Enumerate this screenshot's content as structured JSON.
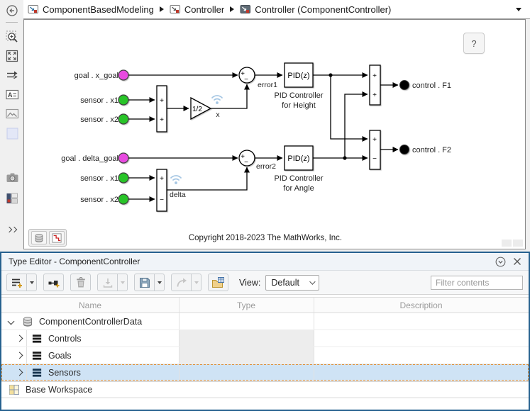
{
  "breadcrumb": {
    "items": [
      {
        "label": "ComponentBasedModeling"
      },
      {
        "label": "Controller"
      },
      {
        "label": "Controller (ComponentController)"
      }
    ]
  },
  "left_toolbar": {
    "icons": [
      "back",
      "zoom-in",
      "fit-to-view",
      "signal-routing",
      "annotation",
      "image",
      "area",
      "screenshot",
      "pattern",
      "expand-browser"
    ]
  },
  "canvas": {
    "help_button": "?",
    "copyright": "Copyright 2018-2023 The MathWorks, Inc.",
    "badges": [
      "data-dictionary",
      "signal-logging"
    ],
    "diagram": {
      "inports": {
        "goal_x": "goal . x_goal",
        "sensor_x1_top": "sensor . x1",
        "sensor_x2_top": "sensor . x2",
        "goal_delta": "goal . delta_goal",
        "sensor_x1_bottom": "sensor . x1",
        "sensor_x2_bottom": "sensor . x2"
      },
      "outports": {
        "f1": "control  . F1",
        "f2": "control  . F2"
      },
      "gain_value": "1/2",
      "signal_tags": {
        "x": "x",
        "delta": "delta"
      },
      "wire_labels": {
        "error1": "error1",
        "error2": "error2"
      },
      "pid_height": {
        "label": "PID(z)",
        "caption_line1": "PID Controller",
        "caption_line2": "for Height"
      },
      "pid_angle": {
        "label": "PID(z)",
        "caption_line1": "PID Controller",
        "caption_line2": "for Angle"
      },
      "signs": {
        "plus": "+",
        "minus": "−"
      },
      "colors": {
        "goal_port": "#e84ae0",
        "sensor_port": "#28c428",
        "control_port": "#000000",
        "wireless_badge": "#a5c6e3"
      }
    }
  },
  "type_editor": {
    "title": "Type Editor - ComponentController",
    "window_icons": [
      "collapse-panel",
      "close"
    ],
    "toolbar_icons": [
      "add-type",
      "add-bus-element",
      "delete",
      "import",
      "save",
      "share",
      "open-dialog"
    ],
    "view_label": "View:",
    "view_value": "Default",
    "filter_placeholder": "Filter contents",
    "columns": [
      "Name",
      "Type",
      "Description"
    ],
    "rows": [
      {
        "name": "ComponentControllerData",
        "type": "",
        "description": "",
        "icon": "bus-stack",
        "expanded": true
      },
      {
        "name": "Controls",
        "type": "",
        "description": "",
        "icon": "bus"
      },
      {
        "name": "Goals",
        "type": "",
        "description": "",
        "icon": "bus"
      },
      {
        "name": "Sensors",
        "type": "",
        "description": "",
        "icon": "bus",
        "selected": true
      }
    ],
    "footer": "Base Workspace",
    "colors": {
      "selection_bg": "#cfe3f5",
      "selection_border": "#e0913c",
      "panel_border": "#26618f"
    }
  }
}
